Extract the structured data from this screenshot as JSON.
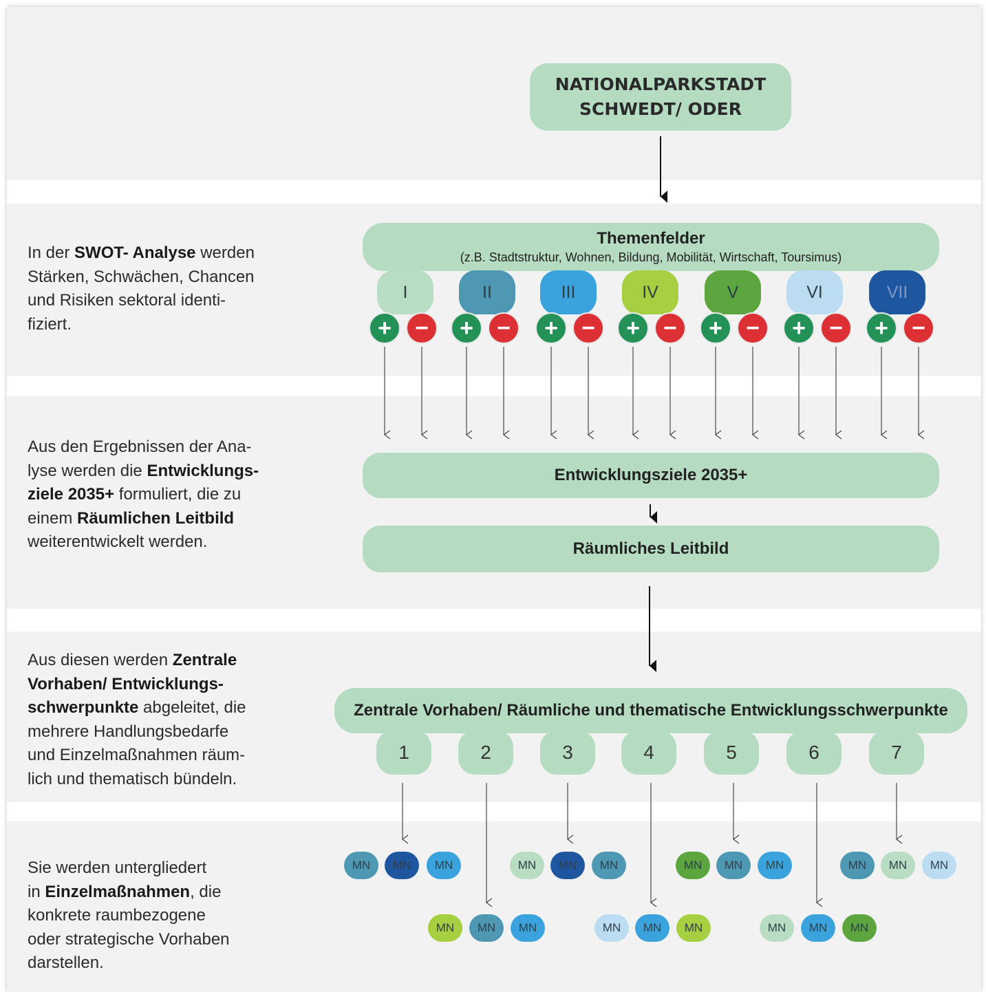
{
  "top_title": [
    "NATIONALPARKSTADT",
    "SCHWEDT/ ODER"
  ],
  "themen": {
    "title": "Themenfelder",
    "subtitle": "(z.B. Stadtstruktur, Wohnen, Bildung, Mobilität, Wirtschaft, Toursimus)"
  },
  "roman": [
    {
      "label": "I",
      "color": "#b8ddc2"
    },
    {
      "label": "II",
      "color": "#4e98b4"
    },
    {
      "label": "III",
      "color": "#3aa3dd"
    },
    {
      "label": "IV",
      "color": "#a6d042"
    },
    {
      "label": "V",
      "color": "#5ca53f"
    },
    {
      "label": "VI",
      "color": "#bcdcf2"
    },
    {
      "label": "VII",
      "color": "#1e56a0"
    }
  ],
  "plus_symbol": "+",
  "minus_symbol": "-",
  "ziele": "Entwicklungsziele 2035+",
  "leitbild": "Räumliches Leitbild",
  "zentral": "Zentrale Vorhaben/ Räumliche und thematische Entwicklungsschwerpunkte",
  "numbers": [
    "1",
    "2",
    "3",
    "4",
    "5",
    "6",
    "7"
  ],
  "mn_label": "MN",
  "mn_row1_colors": [
    "#4e98b4",
    "#1e56a0",
    "#3aa3dd",
    "#b8ddc2",
    "#1e56a0",
    "#4e98b4",
    "#5ca53f",
    "#4e98b4",
    "#3aa3dd",
    "#4e98b4",
    "#b8ddc2",
    "#bcdcf2"
  ],
  "mn_row2_colors": [
    "#a6d042",
    "#4e98b4",
    "#3aa3dd",
    "#bcdcf2",
    "#3aa3dd",
    "#a6d042",
    "#b8ddc2",
    "#3aa3dd",
    "#5ca53f"
  ],
  "descriptions": [
    [
      [
        {
          "t": "In der "
        },
        {
          "t": "SWOT- Analyse",
          "b": true
        },
        {
          "t": " werden"
        }
      ],
      [
        {
          "t": "Stärken, Schwächen, Chancen"
        }
      ],
      [
        {
          "t": "und Risiken sektoral identi-"
        }
      ],
      [
        {
          "t": "fiziert."
        }
      ]
    ],
    [
      [
        {
          "t": "Aus den Ergebnissen der Ana-"
        }
      ],
      [
        {
          "t": "lyse werden die "
        },
        {
          "t": "Entwicklungs-",
          "b": true
        }
      ],
      [
        {
          "t": "ziele 2035+",
          "b": true
        },
        {
          "t": " formuliert, die zu"
        }
      ],
      [
        {
          "t": "einem "
        },
        {
          "t": "Räumlichen Leitbild",
          "b": true
        }
      ],
      [
        {
          "t": "weiterentwickelt werden."
        }
      ]
    ],
    [
      [
        {
          "t": "Aus diesen werden "
        },
        {
          "t": "Zentrale",
          "b": true
        }
      ],
      [
        {
          "t": "Vorhaben/ Entwicklungs-",
          "b": true
        }
      ],
      [
        {
          "t": "schwerpunkte",
          "b": true
        },
        {
          "t": " abgeleitet, die"
        }
      ],
      [
        {
          "t": "mehrere Handlungsbedarfe"
        }
      ],
      [
        {
          "t": "und Einzelmaßnahmen räum-"
        }
      ],
      [
        {
          "t": "lich und thematisch bündeln."
        }
      ]
    ],
    [
      [
        {
          "t": "Sie werden untergliedert"
        }
      ],
      [
        {
          "t": "in "
        },
        {
          "t": "Einzelmaßnahmen",
          "b": true
        },
        {
          "t": ", die"
        }
      ],
      [
        {
          "t": "konkrete raumbezogene"
        }
      ],
      [
        {
          "t": "oder strategische Vorhaben"
        }
      ],
      [
        {
          "t": "darstellen."
        }
      ]
    ]
  ]
}
